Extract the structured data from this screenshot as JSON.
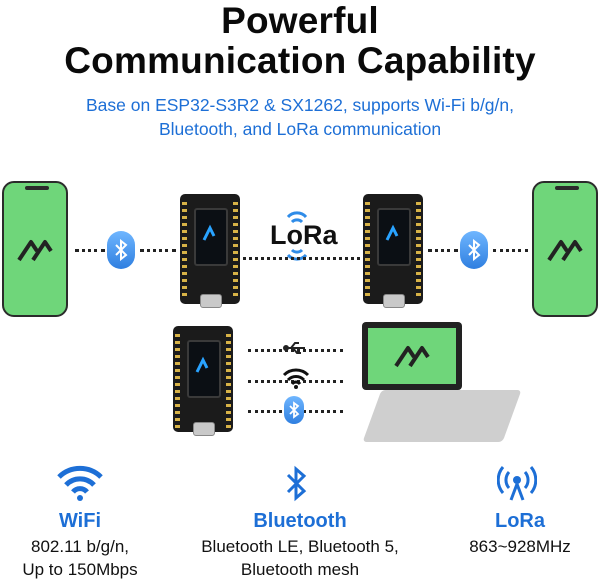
{
  "header": {
    "title_line1": "Powerful",
    "title_line2": "Communication Capability",
    "subtitle_line1": "Base on ESP32-S3R2 & SX1262, supports Wi-Fi b/g/n,",
    "subtitle_line2": "Bluetooth, and LoRa communication"
  },
  "diagram": {
    "lora_label": "LoRa",
    "colors": {
      "phone": "#6fd67a",
      "accent_blue": "#1d6fd6"
    }
  },
  "features": [
    {
      "name": "WiFi",
      "desc_line1": "802.11 b/g/n,",
      "desc_line2": "Up to 150Mbps",
      "icon": "wifi-icon"
    },
    {
      "name": "Bluetooth",
      "desc_line1": "Bluetooth LE, Bluetooth 5,",
      "desc_line2": "Bluetooth mesh",
      "icon": "bluetooth-icon"
    },
    {
      "name": "LoRa",
      "desc_line1": "863~928MHz",
      "desc_line2": "",
      "icon": "lora-antenna-icon"
    }
  ]
}
